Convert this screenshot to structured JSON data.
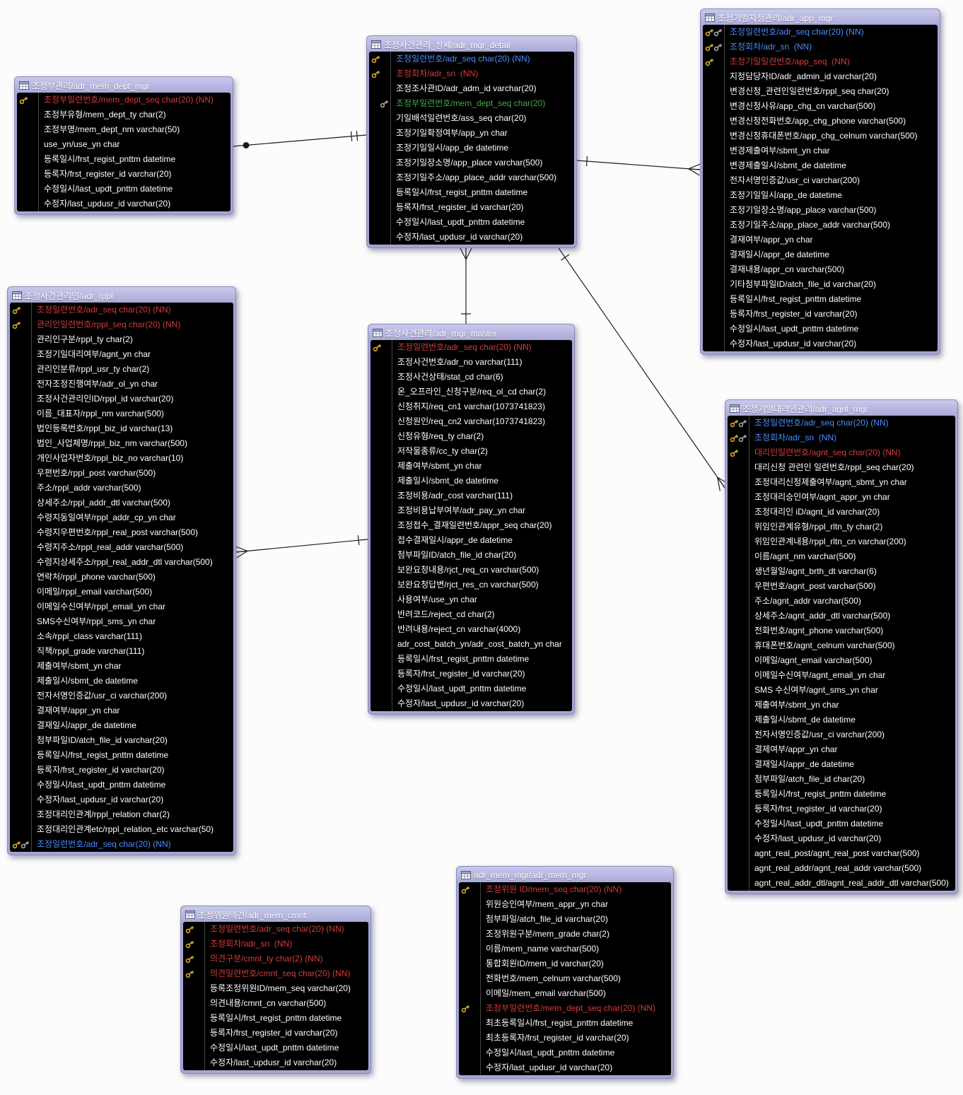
{
  "colors": {
    "pk_text": "#d43c3c",
    "pkfk_text": "#4a8cff",
    "fk_text": "#3fae3f",
    "column_text": "#ffffff",
    "header_bg": "#a4a4d4",
    "key_gold": "#d9a92e",
    "key_grey": "#a8a8a8",
    "line": "#1b1b1b"
  },
  "relations": [
    {
      "from": "adr_mem_dept_mgr",
      "to": "adr_mgr_detail"
    },
    {
      "from": "adr_mgr_detail",
      "to": "adr_app_mgr"
    },
    {
      "from": "adr_mgr_master",
      "to": "adr_mgr_detail"
    },
    {
      "from": "adr_mgr_master",
      "to": "adr_rppl"
    },
    {
      "from": "adr_mgr_detail",
      "to": "adr_agnt_mgr"
    }
  ],
  "tables": {
    "adr_mem_dept_mgr": {
      "title": "조정부관리/adr_mem_dept_mgr",
      "rows": [
        {
          "k": "pk",
          "c": "r",
          "t": "조정부일련번호/mem_dept_seq char(20) (NN)"
        },
        {
          "t": "조정부유형/mem_dept_ty char(2)"
        },
        {
          "t": "조정부명/mem_dept_nm varchar(50)"
        },
        {
          "t": "use_yn/use_yn char"
        },
        {
          "t": "등록일시/frst_regist_pnttm datetime"
        },
        {
          "t": "등록자/frst_register_id varchar(20)"
        },
        {
          "t": "수정일시/last_updt_pnttm datetime"
        },
        {
          "t": "수정자/last_updusr_id varchar(20)"
        }
      ]
    },
    "adr_mgr_detail": {
      "title": "조정사건관리_상세/adr_mgr_detail",
      "rows": [
        {
          "k": "pk",
          "c": "b",
          "t": "조정일련번호/adr_seq char(20) (NN)"
        },
        {
          "k": "pk",
          "c": "r",
          "t": "조정회차/adr_sn  (NN)"
        },
        {
          "t": "조정조사관ID/adr_adm_id varchar(20)"
        },
        {
          "k": "fk",
          "c": "g",
          "t": "조정부일련번호/mem_dept_seq char(20)"
        },
        {
          "t": "기일배석일련번호/ass_seq char(20)"
        },
        {
          "t": "조정기일확정여부/app_yn char"
        },
        {
          "t": "조정기일일시/app_de datetime"
        },
        {
          "t": "조정기일장소명/app_place varchar(500)"
        },
        {
          "t": "조정기일주소/app_place_addr varchar(500)"
        },
        {
          "t": "등록일시/frst_regist_pnttm datetime"
        },
        {
          "t": "등록자/frst_register_id varchar(20)"
        },
        {
          "t": "수정일시/last_updt_pnttm datetime"
        },
        {
          "t": "수정자/last_updusr_id varchar(20)"
        }
      ]
    },
    "adr_app_mgr": {
      "title": "조정기일지정관리/adr_app_mgr",
      "rows": [
        {
          "k": "pkfk",
          "c": "b",
          "t": "조정일련번호/adr_seq char(20) (NN)"
        },
        {
          "k": "pkfk",
          "c": "b",
          "t": "조정회차/adr_sn  (NN)"
        },
        {
          "k": "pk",
          "c": "r",
          "t": "조정기일일련번호/app_seq  (NN)"
        },
        {
          "t": "지정담당자ID/adr_admin_id varchar(20)"
        },
        {
          "t": "변경신청_관련인일련번호/rppl_seq char(20)"
        },
        {
          "t": "변경신청사유/app_chg_cn varchar(500)"
        },
        {
          "t": "변경신청전화번호/app_chg_phone varchar(500)"
        },
        {
          "t": "변경신청휴대폰번호/app_chg_celnum varchar(500)"
        },
        {
          "t": "변경제출여부/sbmt_yn char"
        },
        {
          "t": "변경제출일시/sbmt_de datetime"
        },
        {
          "t": "전자서명인증값/usr_ci varchar(200)"
        },
        {
          "t": "조정기일일시/app_de datetime"
        },
        {
          "t": "조정기일장소명/app_place varchar(500)"
        },
        {
          "t": "조정기일주소/app_place_addr varchar(500)"
        },
        {
          "t": "결재여부/appr_yn char"
        },
        {
          "t": "결재일시/appr_de datetime"
        },
        {
          "t": "결재내용/appr_cn varchar(500)"
        },
        {
          "t": "기타첨부파일ID/atch_file_id varchar(20)"
        },
        {
          "t": "등록일시/frst_regist_pnttm datetime"
        },
        {
          "t": "등록자/frst_register_id varchar(20)"
        },
        {
          "t": "수정일시/last_updt_pnttm datetime"
        },
        {
          "t": "수정자/last_updusr_id varchar(20)"
        }
      ]
    },
    "adr_rppl": {
      "title": "조정사건관리인/adr_rppl",
      "rows": [
        {
          "k": "pk",
          "c": "r",
          "t": "조정일련번호/adr_seq char(20) (NN)"
        },
        {
          "k": "pk",
          "c": "r",
          "t": "관리인일련번호/rppl_seq char(20) (NN)"
        },
        {
          "t": "관리인구분/rppl_ty char(2)"
        },
        {
          "t": "조정기일대리여부/agnt_yn char"
        },
        {
          "t": "관리인분류/rppl_usr_ty char(2)"
        },
        {
          "t": "전자조정진행여부/adr_ol_yn char"
        },
        {
          "t": "조정사건관리인ID/rppl_id varchar(20)"
        },
        {
          "t": "이름_대표자/rppl_nm varchar(500)"
        },
        {
          "t": "법인등록번호/rppl_biz_id varchar(13)"
        },
        {
          "t": "법인_사업체명/rppl_biz_nm varchar(500)"
        },
        {
          "t": "개인사업자번호/rppl_biz_no varchar(10)"
        },
        {
          "t": "우편번호/rppl_post varchar(500)"
        },
        {
          "t": "주소/rppl_addr varchar(500)"
        },
        {
          "t": "상세주소/rppl_addr_dtl varchar(500)"
        },
        {
          "t": "수령지동일여부/rppl_addr_cp_yn char"
        },
        {
          "t": "수령지우편번호/rppl_real_post varchar(500)"
        },
        {
          "t": "수령지주소/rppl_real_addr varchar(500)"
        },
        {
          "t": "수령지상세주소/rppl_real_addr_dtl varchar(500)"
        },
        {
          "t": "연락처/rppl_phone varchar(500)"
        },
        {
          "t": "이메일/rppl_email varchar(500)"
        },
        {
          "t": "이메일수신여부/rppl_email_yn char"
        },
        {
          "t": "SMS수신여부/rppl_sms_yn char"
        },
        {
          "t": "소속/rppl_class varchar(111)"
        },
        {
          "t": "직책/rppl_grade varchar(111)"
        },
        {
          "t": "제출여부/sbmt_yn char"
        },
        {
          "t": "제출일시/sbmt_de datetime"
        },
        {
          "t": "전자서명인증값/usr_ci varchar(200)"
        },
        {
          "t": "결재여부/appr_yn char"
        },
        {
          "t": "결재일시/appr_de datetime"
        },
        {
          "t": "첨부파일ID/atch_file_id varchar(20)"
        },
        {
          "t": "등록일시/frst_regist_pnttm datetime"
        },
        {
          "t": "등록자/frst_register_id varchar(20)"
        },
        {
          "t": "수정일시/last_updt_pnttm datetime"
        },
        {
          "t": "수정자/last_updusr_id varchar(20)"
        },
        {
          "t": "조정대리인관계/rppl_relation char(2)"
        },
        {
          "t": "조정대리인관계etc/rppl_relation_etc varchar(50)"
        },
        {
          "k": "pkfk",
          "c": "b",
          "t": "조정일련번호/adr_seq char(20) (NN)"
        }
      ]
    },
    "adr_mgr_master": {
      "title": "조정사건관리/adr_mgr_master",
      "rows": [
        {
          "k": "pk",
          "c": "r",
          "t": "조정일련번호/adr_seq char(20) (NN)"
        },
        {
          "t": "조정사건번호/adr_no varchar(111)"
        },
        {
          "t": "조정사건상태/stat_cd char(6)"
        },
        {
          "t": "온_오프라인_신청구분/req_ol_cd char(2)"
        },
        {
          "t": "신청취지/req_cn1 varchar(1073741823)"
        },
        {
          "t": "신청원인/req_cn2 varchar(1073741823)"
        },
        {
          "t": "신청유형/req_ty char(2)"
        },
        {
          "t": "저작물종류/cc_ty char(2)"
        },
        {
          "t": "제출여부/sbmt_yn char"
        },
        {
          "t": "제출일시/sbmt_de datetime"
        },
        {
          "t": "조정비용/adr_cost varchar(111)"
        },
        {
          "t": "조정비용납부여부/adr_pay_yn char"
        },
        {
          "t": "조정접수_결재일련번호/appr_seq char(20)"
        },
        {
          "t": "접수결재일시/appr_de datetime"
        },
        {
          "t": "첨부파일ID/atch_file_id char(20)"
        },
        {
          "t": "보완요청내용/rjct_req_cn varchar(500)"
        },
        {
          "t": "보완요청답변/rjct_res_cn varchar(500)"
        },
        {
          "t": "사용여부/use_yn char"
        },
        {
          "t": "반려코드/reject_cd char(2)"
        },
        {
          "t": "반려내용/reject_cn varchar(4000)"
        },
        {
          "t": "adr_cost_batch_yn/adr_cost_batch_yn char"
        },
        {
          "t": "등록일시/frst_regist_pnttm datetime"
        },
        {
          "t": "등록자/frst_register_id varchar(20)"
        },
        {
          "t": "수정일시/last_updt_pnttm datetime"
        },
        {
          "t": "수정자/last_updusr_id varchar(20)"
        }
      ]
    },
    "adr_agnt_mgr": {
      "title": "조정기일대리인관리/adr_agnt_mgr",
      "rows": [
        {
          "k": "pkfk",
          "c": "b",
          "t": "조정일련번호/adr_seq char(20) (NN)"
        },
        {
          "k": "pkfk",
          "c": "b",
          "t": "조정회차/adr_sn  (NN)"
        },
        {
          "k": "pk",
          "c": "r",
          "t": "대리인일련번호/agnt_seq char(20) (NN)"
        },
        {
          "t": "대리신청 관련인 일련번호/rppl_seq char(20)"
        },
        {
          "t": "조정대리신청제출여부/agnt_sbmt_yn char"
        },
        {
          "t": "조정대리승인여부/agnt_appr_yn char"
        },
        {
          "t": "조정대리인 iD/agnt_id varchar(20)"
        },
        {
          "t": "위임인관계유형/rppl_rltn_ty char(2)"
        },
        {
          "t": "위임인관계내용/rppl_rltn_cn varchar(200)"
        },
        {
          "t": "이름/agnt_nm varchar(500)"
        },
        {
          "t": "생년월일/agnt_brth_dt varchar(6)"
        },
        {
          "t": "우편번호/agnt_post varchar(500)"
        },
        {
          "t": "주소/agnt_addr varchar(500)"
        },
        {
          "t": "상세주소/agnt_addr_dtl varchar(500)"
        },
        {
          "t": "전화번호/agnt_phone varchar(500)"
        },
        {
          "t": "휴대폰번호/agnt_celnum varchar(500)"
        },
        {
          "t": "이메일/agnt_email varchar(500)"
        },
        {
          "t": "이메일수신여부/agnt_email_yn char"
        },
        {
          "t": "SMS 수신여부/agnt_sms_yn char"
        },
        {
          "t": "제출여부/sbmt_yn char"
        },
        {
          "t": "제출일시/sbmt_de datetime"
        },
        {
          "t": "전자서명인증값/usr_ci varchar(200)"
        },
        {
          "t": "결제여부/appr_yn char"
        },
        {
          "t": "결재일시/appr_de datetime"
        },
        {
          "t": "첨부파일/atch_file_id char(20)"
        },
        {
          "t": "등록일시/frst_regist_pnttm datetime"
        },
        {
          "t": "등록자/frst_register_id varchar(20)"
        },
        {
          "t": "수정일시/last_updt_pnttm datetime"
        },
        {
          "t": "수정자/last_updusr_id varchar(20)"
        },
        {
          "t": "agnt_real_post/agnt_real_post varchar(500)"
        },
        {
          "t": "agnt_real_addr/agnt_real_addr varchar(500)"
        },
        {
          "t": "agnt_real_addr_dtl/agnt_real_addr_dtl varchar(500)"
        }
      ]
    },
    "adr_mem_cmnt": {
      "title": "조정위원의견/adr_mem_cmnt",
      "rows": [
        {
          "k": "pk",
          "c": "r",
          "t": "조정일련번호/adr_seq char(20) (NN)"
        },
        {
          "k": "pk",
          "c": "r",
          "t": "조정회차/adr_sn  (NN)"
        },
        {
          "k": "pk",
          "c": "r",
          "t": "의견구분/cmnt_ty char(2) (NN)"
        },
        {
          "k": "pk",
          "c": "r",
          "t": "의견일련번호/cmnt_seq char(20) (NN)"
        },
        {
          "t": "등록조정위원ID/mem_seq varchar(20)"
        },
        {
          "t": "의견내용/cmnt_cn varchar(500)"
        },
        {
          "t": "등록일시/frst_regist_pnttm datetime"
        },
        {
          "t": "등록자/frst_register_id varchar(20)"
        },
        {
          "t": "수정일시/last_updt_pnttm datetime"
        },
        {
          "t": "수정자/last_updusr_id varchar(20)"
        }
      ]
    },
    "adr_mem_mgr": {
      "title": "adr_mem_mgr/adr_mem_mgr",
      "rows": [
        {
          "k": "pk",
          "c": "r",
          "t": "조정위원 ID/mem_seq char(20) (NN)"
        },
        {
          "t": "위원승인여부/mem_appr_yn char"
        },
        {
          "t": "첨부파일/atch_file_id varchar(20)"
        },
        {
          "t": "조정위원구분/mem_grade char(2)"
        },
        {
          "t": "이름/mem_name varchar(500)"
        },
        {
          "t": "통합회원ID/mem_id varchar(20)"
        },
        {
          "t": "전화번호/mem_celnum varchar(500)"
        },
        {
          "t": "이메일/mem_email varchar(500)"
        },
        {
          "k": "pk",
          "c": "r",
          "t": "조정부일련번호/mem_dept_seq char(20) (NN)"
        },
        {
          "t": "최초등록일시/frst_regist_pnttm datetime"
        },
        {
          "t": "최초등록자/frst_register_id varchar(20)"
        },
        {
          "t": "수정일시/last_updt_pnttm datetime"
        },
        {
          "t": "수정자/last_updusr_id varchar(20)"
        }
      ]
    }
  }
}
